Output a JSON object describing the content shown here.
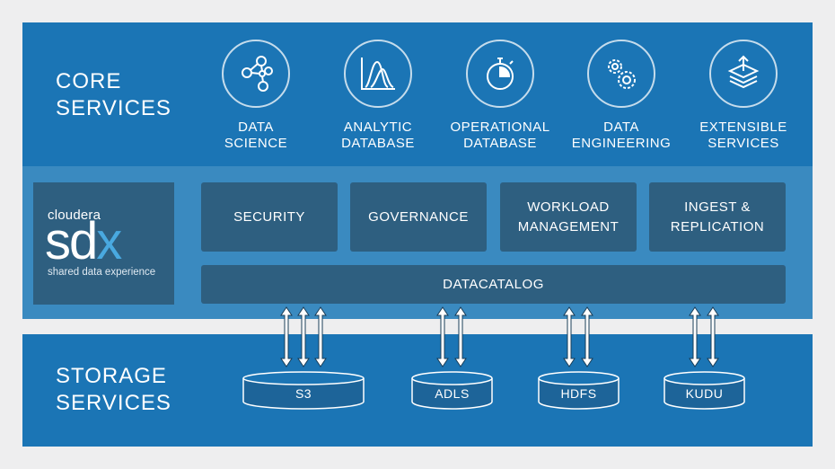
{
  "core": {
    "title_line1": "CORE",
    "title_line2": "SERVICES",
    "services": [
      {
        "line1": "DATA",
        "line2": "SCIENCE",
        "icon": "data-science-network-icon"
      },
      {
        "line1": "ANALYTIC",
        "line2": "DATABASE",
        "icon": "analytic-bell-curve-icon"
      },
      {
        "line1": "OPERATIONAL",
        "line2": "DATABASE",
        "icon": "stopwatch-icon"
      },
      {
        "line1": "DATA",
        "line2": "ENGINEERING",
        "icon": "gears-icon"
      },
      {
        "line1": "EXTENSIBLE",
        "line2": "SERVICES",
        "icon": "stacked-layers-icon"
      }
    ]
  },
  "sdx": {
    "brand": "cloudera",
    "mark_sd": "sd",
    "mark_x": "x",
    "tagline": "shared data experience",
    "tiles": [
      {
        "line1": "SECURITY",
        "line2": ""
      },
      {
        "line1": "GOVERNANCE",
        "line2": ""
      },
      {
        "line1": "WORKLOAD",
        "line2": "MANAGEMENT"
      },
      {
        "line1": "INGEST &",
        "line2": "REPLICATION"
      }
    ],
    "catalog": "DATACATALOG"
  },
  "storage": {
    "title_line1": "STORAGE",
    "title_line2": "SERVICES",
    "stores": [
      "S3",
      "ADLS",
      "HDFS",
      "KUDU"
    ]
  },
  "colors": {
    "band": "#1b75b5",
    "sdx_band": "#3a8ac0",
    "tile": "#2e5f80",
    "accent": "#49a9e0",
    "background": "#eeeeef"
  }
}
